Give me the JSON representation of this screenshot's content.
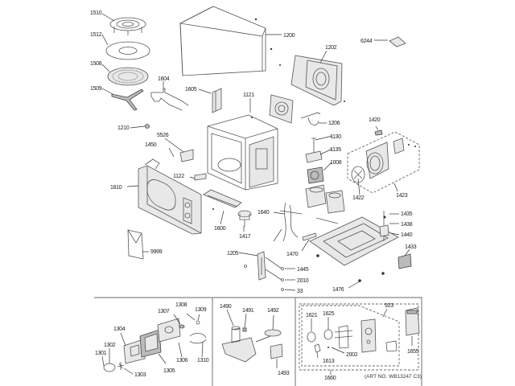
{
  "diagram": {
    "title": "Microwave oven exploded parts diagram",
    "art_number": "(ART NO. WB13247 C3)",
    "main_labels": [
      {
        "id": "p1510",
        "text": "1510"
      },
      {
        "id": "p1512",
        "text": "1512"
      },
      {
        "id": "p1508",
        "text": "1508"
      },
      {
        "id": "p1509",
        "text": "1509"
      },
      {
        "id": "p1604",
        "text": "1604"
      },
      {
        "id": "p1605",
        "text": "1605"
      },
      {
        "id": "p1200",
        "text": "1200"
      },
      {
        "id": "p1202",
        "text": "1202"
      },
      {
        "id": "p6244",
        "text": "6244"
      },
      {
        "id": "p1121",
        "text": "1121"
      },
      {
        "id": "p1206",
        "text": "1206"
      },
      {
        "id": "p1210",
        "text": "1210"
      },
      {
        "id": "p5526",
        "text": "5526"
      },
      {
        "id": "p1450",
        "text": "1450"
      },
      {
        "id": "p1130",
        "text": "1130"
      },
      {
        "id": "p1135",
        "text": "1135"
      },
      {
        "id": "p1008",
        "text": "1008"
      },
      {
        "id": "p1420",
        "text": "1420"
      },
      {
        "id": "p1422",
        "text": "1422"
      },
      {
        "id": "p1423",
        "text": "1423"
      },
      {
        "id": "p1122",
        "text": "1122"
      },
      {
        "id": "p1810",
        "text": "1810"
      },
      {
        "id": "p1600",
        "text": "1600"
      },
      {
        "id": "p1417",
        "text": "1417"
      },
      {
        "id": "p1640",
        "text": "1640"
      },
      {
        "id": "p1470",
        "text": "1470"
      },
      {
        "id": "p1435",
        "text": "1435"
      },
      {
        "id": "p1438",
        "text": "1438"
      },
      {
        "id": "p1440",
        "text": "1440"
      },
      {
        "id": "p1433",
        "text": "1433"
      },
      {
        "id": "p9999",
        "text": "9999"
      },
      {
        "id": "p1205",
        "text": "1205"
      },
      {
        "id": "p1445",
        "text": "1445"
      },
      {
        "id": "p2010",
        "text": "2010"
      },
      {
        "id": "p33",
        "text": "33"
      },
      {
        "id": "p1476",
        "text": "1476"
      }
    ],
    "panel_door": {
      "labels": [
        "1308",
        "1309",
        "1307",
        "1304",
        "1302",
        "1301",
        "1306",
        "1310",
        "1305",
        "1303"
      ]
    },
    "panel_fan": {
      "labels": [
        "1490",
        "1491",
        "1492",
        "1493"
      ]
    },
    "panel_control": {
      "labels": [
        "923",
        "1621",
        "1625",
        "1655",
        "2002",
        "1613",
        "1660"
      ]
    }
  }
}
